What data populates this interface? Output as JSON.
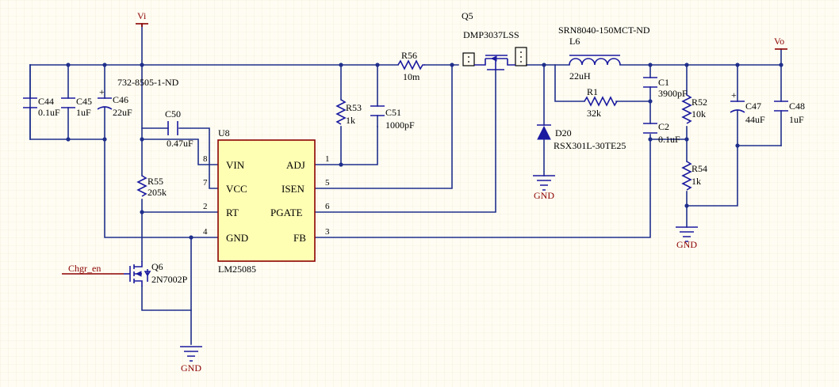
{
  "nets": {
    "vi": "Vi",
    "vo": "Vo",
    "gnd_u8": "GND",
    "gnd_d20": "GND",
    "gnd_out": "GND",
    "chgr_en": "Chgr_en",
    "part_note": "732-8505-1-ND"
  },
  "ic": {
    "ref": "U8",
    "part": "LM25085",
    "pins": [
      {
        "name": "VIN",
        "num": "8"
      },
      {
        "name": "VCC",
        "num": "7"
      },
      {
        "name": "RT",
        "num": "2"
      },
      {
        "name": "GND",
        "num": "4"
      },
      {
        "name": "ADJ",
        "num": "1"
      },
      {
        "name": "ISEN",
        "num": "5"
      },
      {
        "name": "PGATE",
        "num": "6"
      },
      {
        "name": "FB",
        "num": "3"
      }
    ]
  },
  "components": {
    "C44": {
      "ref": "C44",
      "value": "0.1uF"
    },
    "C45": {
      "ref": "C45",
      "value": "1uF"
    },
    "C46": {
      "ref": "C46",
      "value": "22uF"
    },
    "C50": {
      "ref": "C50",
      "value": "0.47uF"
    },
    "R55": {
      "ref": "R55",
      "value": "205k"
    },
    "R53": {
      "ref": "R53",
      "value": "1k"
    },
    "C51": {
      "ref": "C51",
      "value": "1000pF"
    },
    "R56": {
      "ref": "R56",
      "value": "10m"
    },
    "Q5": {
      "ref": "Q5",
      "value": "DMP3037LSS"
    },
    "L6": {
      "ref": "L6",
      "value": "22uH",
      "part": "SRN8040-150MCT-ND"
    },
    "D20": {
      "ref": "D20",
      "value": "RSX301L-30TE25"
    },
    "R1": {
      "ref": "R1",
      "value": "32k"
    },
    "C1": {
      "ref": "C1",
      "value": "3900pF"
    },
    "C2": {
      "ref": "C2",
      "value": "0.1uF"
    },
    "R52": {
      "ref": "R52",
      "value": "10k"
    },
    "R54": {
      "ref": "R54",
      "value": "1k"
    },
    "C47": {
      "ref": "C47",
      "value": "44uF"
    },
    "C48": {
      "ref": "C48",
      "value": "1uF"
    },
    "Q6": {
      "ref": "Q6",
      "value": "2N7002P"
    }
  }
}
